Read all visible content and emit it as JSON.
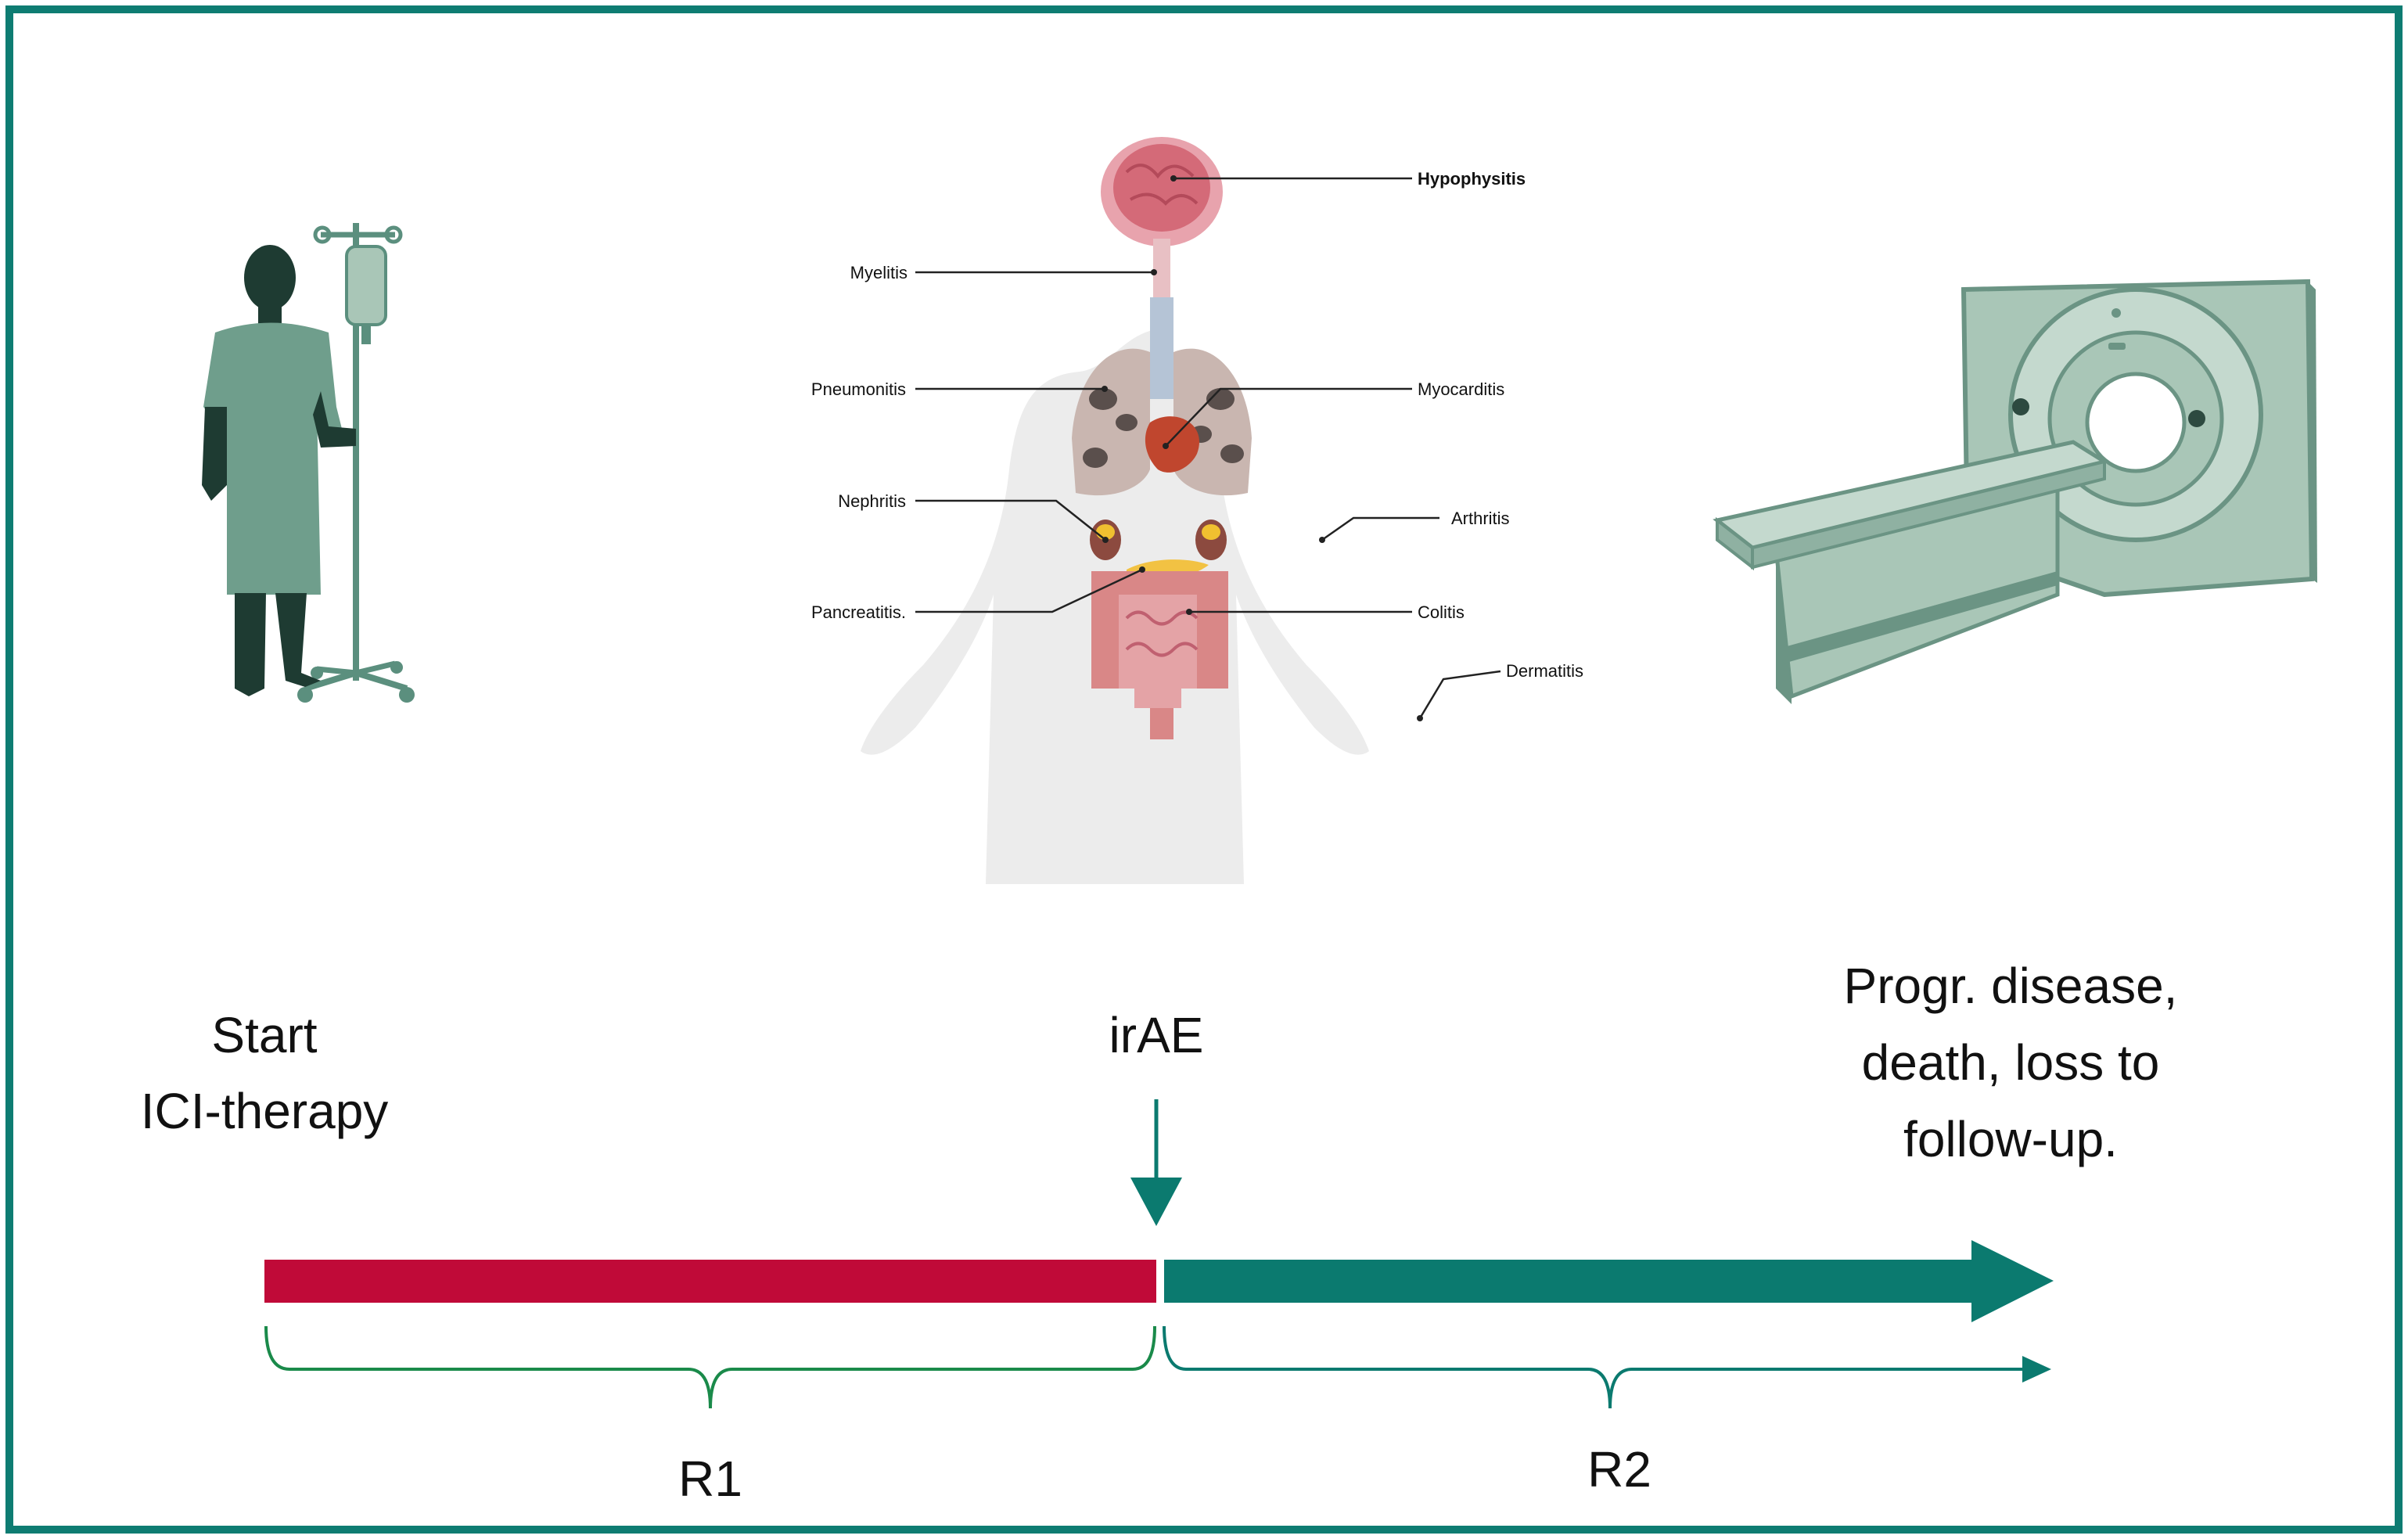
{
  "labels": {
    "start_line1": "Start",
    "start_line2": "ICI-therapy",
    "irae": "irAE",
    "end_line1": "Progr. disease,",
    "end_line2": "death, loss to",
    "end_line3": "follow-up.",
    "r1": "R1",
    "r2": "R2"
  },
  "organs": {
    "hypophysitis": "Hypophysitis",
    "myelitis": "Myelitis",
    "pneumonitis": "Pneumonitis",
    "myocarditis": "Myocarditis",
    "nephritis": "Nephritis",
    "arthritis": "Arthritis",
    "pancreatitis": "Pancreatitis.",
    "colitis": "Colitis",
    "dermatitis": "Dermatitis"
  },
  "colors": {
    "frame": "#0e7c72",
    "teal": "#0b7a6f",
    "crimson": "#c00a38",
    "patient": "#1e3b32",
    "gown": "#6f9e8c",
    "scanner": "#a9c6b7",
    "scanner_dark": "#6b9484",
    "body": "#ececec",
    "brain": "#d46a78",
    "lung": "#c9b6b0",
    "intestine": "#d98787",
    "bracket": "#1a8a4a"
  }
}
